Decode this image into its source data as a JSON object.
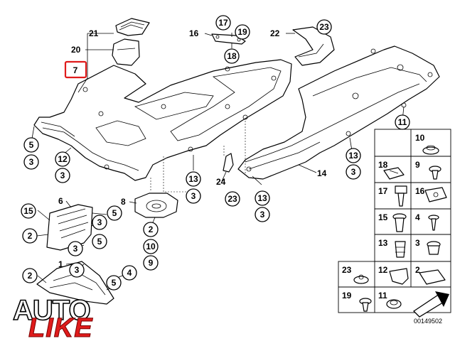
{
  "diagram": {
    "highlighted_part": "7",
    "callouts": {
      "c21": "21",
      "c20": "20",
      "c7": "7",
      "c16": "16",
      "c17": "17",
      "c19": "19",
      "c18": "18",
      "c22": "22",
      "c23top": "23",
      "c11": "11",
      "c5a": "5",
      "c3a": "3",
      "c12": "12",
      "c3b": "3",
      "c13a": "13",
      "c3c": "3",
      "c24": "24",
      "c23mid": "23",
      "c13b": "13",
      "c3d": "3",
      "c14": "14",
      "c13c": "13",
      "c3e": "3",
      "c8": "8",
      "c5b": "5",
      "c3f": "3",
      "c2a": "2",
      "c10": "10",
      "c9": "9",
      "c6": "6",
      "c15": "15",
      "c2b": "2",
      "c5c": "5",
      "c3g": "3",
      "c3h": "3",
      "c1": "1",
      "c2c": "2",
      "c5d": "5",
      "c4": "4"
    },
    "legend_cells": [
      {
        "num": "10"
      },
      {
        "num": ""
      },
      {
        "num": "18"
      },
      {
        "num": "9"
      },
      {
        "num": "17"
      },
      {
        "num": "16"
      },
      {
        "num": "15"
      },
      {
        "num": "4"
      },
      {
        "num": "13"
      },
      {
        "num": "3"
      },
      {
        "num": "23"
      },
      {
        "num": "12"
      },
      {
        "num": "2"
      },
      {
        "num": "19"
      },
      {
        "num": "11"
      }
    ],
    "drawing_code": "00149502"
  },
  "watermark": {
    "word1": "AUTO",
    "word2": "LIKE"
  },
  "colors": {
    "highlight": "#e01b1b",
    "ink": "#000000"
  }
}
